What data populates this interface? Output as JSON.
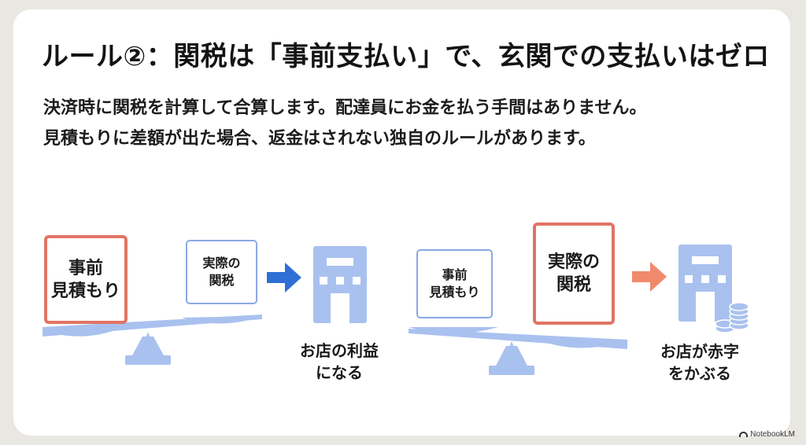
{
  "slide": {
    "title": "ルール②：関税は「事前支払い」で、玄関での支払いはゼロ",
    "body_lines": [
      "決済時に関税を計算して合算します。配達員にお金を払う手間はありません。",
      "見積もりに差額が出た場合、返金はされない独自のルールがあります。"
    ]
  },
  "left_scenario": {
    "heavy_card": "事前\n見積もり",
    "light_card": "実際の\n関税",
    "arrow_color": "#2f6fd6",
    "caption": "お店の利益\nになる"
  },
  "right_scenario": {
    "light_card": "事前\n見積もり",
    "heavy_card": "実際の\n関税",
    "arrow_color": "#f08a6c",
    "caption": "お店が赤字\nをかぶる"
  },
  "colors": {
    "accent_red": "#e07464",
    "accent_blue": "#8aa8e6",
    "scale_blue": "#a9c1ef"
  },
  "icons": [
    "scale-icon",
    "arrow-right-icon",
    "store-building-icon",
    "coin-stack-icon"
  ],
  "watermark": "NotebookLM"
}
